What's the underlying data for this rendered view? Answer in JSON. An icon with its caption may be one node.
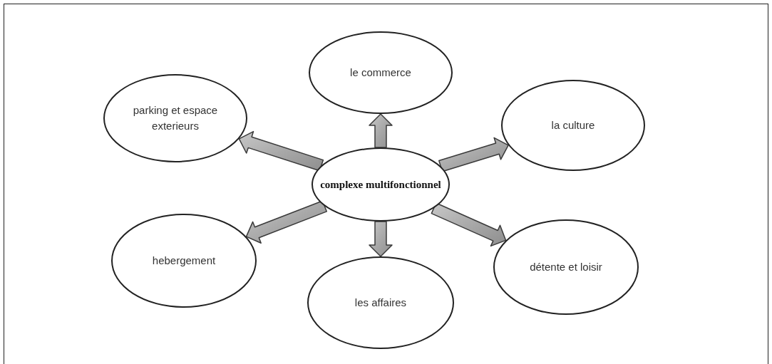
{
  "diagram": {
    "nodes": [
      {
        "text": [
          "le commerce"
        ]
      },
      {
        "text": [
          "parking et espace exterieurs"
        ]
      },
      {
        "text": [
          "la culture"
        ]
      },
      {
        "text": [
          "complexe multifonctionnel"
        ]
      },
      {
        "text": [
          "hebergement"
        ]
      },
      {
        "text": [
          "détente et loisir"
        ]
      },
      {
        "text": [
          "les affaires"
        ]
      }
    ],
    "edges": [
      {
        "from": 3,
        "to": 0,
        "arrow": "to"
      },
      {
        "from": 3,
        "to": 1,
        "arrow": "to"
      },
      {
        "from": 3,
        "to": 2,
        "arrow": "to"
      },
      {
        "from": 3,
        "to": 4,
        "arrow": "to"
      },
      {
        "from": 3,
        "to": 5,
        "arrow": "to"
      },
      {
        "from": 3,
        "to": 6,
        "arrow": "to"
      }
    ]
  }
}
